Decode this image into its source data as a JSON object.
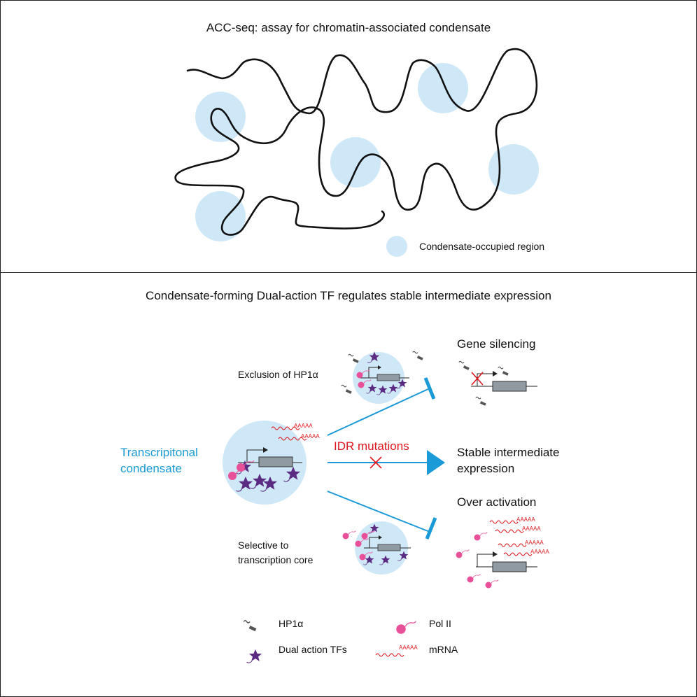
{
  "top_panel": {
    "title": "ACC-seq: assay for chromatin-associated condensate",
    "legend_label": "Condensate-occupied region"
  },
  "bottom_panel": {
    "title": "Condensate-forming Dual-action TF regulates stable intermediate expression",
    "left_label_line1": "Transcripitonal",
    "left_label_line2": "condensate",
    "exclusion_label": "Exclusion of HP1α",
    "selective_label_line1": "Selective to",
    "selective_label_line2": "transcription core",
    "idr_label": "IDR mutations",
    "outcomes": {
      "silencing": "Gene silencing",
      "stable_line1": "Stable intermediate",
      "stable_line2": "expression",
      "over": "Over activation"
    },
    "polya": "AAAAA",
    "legend": {
      "hp1": "HP1α",
      "pol2": "Pol II",
      "tf": "Dual action TFs",
      "mrna": "mRNA",
      "mrna_tail": "AAAAA"
    }
  },
  "colors": {
    "condensate": "#cfe8f7",
    "arrow_blue": "#1a9ad6",
    "label_blue": "#1a9ad6",
    "idr_red": "#e0161d",
    "pol2_pink": "#e8509a",
    "tf_purple": "#5b2a82",
    "mrna_red": "#e0161d"
  }
}
